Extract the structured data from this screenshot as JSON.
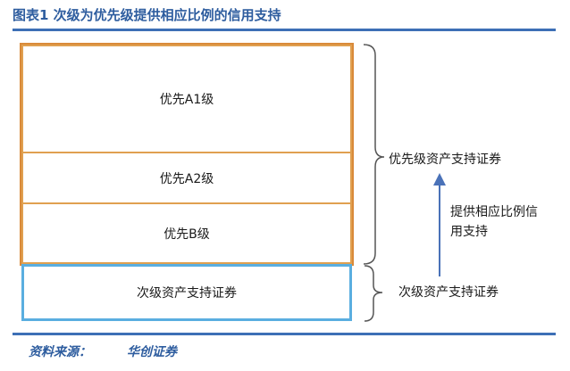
{
  "title": "图表1  次级为优先级提供相应比例的信用支持",
  "source": {
    "label": "资料来源：",
    "value": "华创证券"
  },
  "tranches": [
    {
      "label": "优先A1级"
    },
    {
      "label": "优先A2级"
    },
    {
      "label": "优先B级"
    },
    {
      "label": "次级资产支持证券"
    }
  ],
  "annotations": {
    "senior_group": "优先级资产支持证券",
    "support_text": "提供相应比例信用支持",
    "junior_group": "次级资产支持证券"
  },
  "colors": {
    "title": "#2e5d9f",
    "rule": "#3d6fb6",
    "senior_border": "#d98a3a",
    "junior_border": "#5aaee0",
    "arrow": "#4a72b8"
  }
}
